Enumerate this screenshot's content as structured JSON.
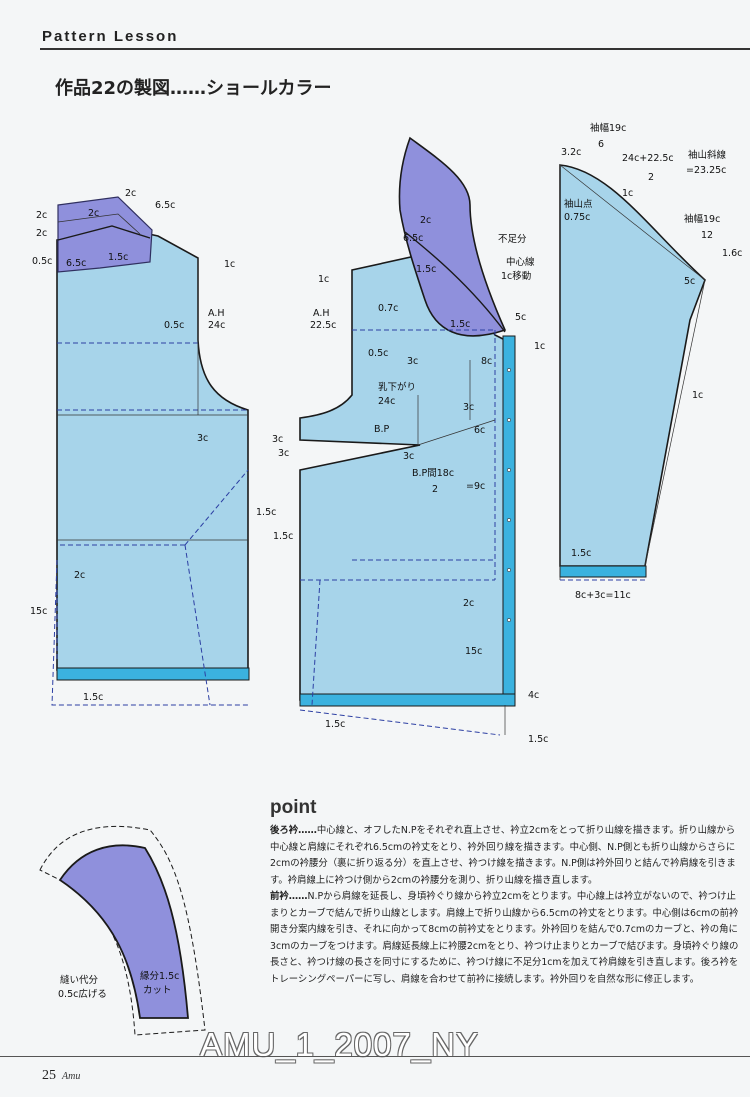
{
  "header": "Pattern Lesson",
  "title": "作品22の製図……ショールカラー",
  "labels": {
    "back_2c_a": "2c",
    "back_2c_b": "2c",
    "back_2c_c": "2c",
    "back_2c_d": "2c",
    "back_65c_top": "6.5c",
    "back_65c": "6.5c",
    "back_15c_top": "1.5c",
    "back_05c": "0.5c",
    "back_1c": "1c",
    "back_ah": "A.H",
    "back_24c": "24c",
    "back_05c_arm": "0.5c",
    "back_3c": "3c",
    "back_15c_side": "1.5c",
    "back_2c_hem": "2c",
    "back_15c_left": "15c",
    "back_15c_bottom": "1.5c",
    "front_2c": "2c",
    "front_65c": "6.5c",
    "front_fusoku": "不足分",
    "front_15c_collar": "1.5c",
    "front_1c_shoulder": "1c",
    "front_ah": "A.H",
    "front_225c": "22.5c",
    "front_07c": "0.7c",
    "front_15c_mid": "1.5c",
    "front_chushin": "中心線",
    "front_1c_move": "1c移動",
    "front_5c": "5c",
    "front_1c_cf": "1c",
    "front_05c": "0.5c",
    "front_3c_a": "3c",
    "front_8c": "8c",
    "front_chishita": "乳下がり",
    "front_24c": "24c",
    "front_3c_b": "3c",
    "front_6c": "6c",
    "front_bp": "B.P",
    "front_3c_c": "3c",
    "front_3c_d": "3c",
    "front_3c_e": "3c",
    "front_bp_between": "B.P間18c",
    "front_bp_div": "2",
    "front_bp_result": "=9c",
    "front_15c_side": "1.5c",
    "front_2c_hem": "2c",
    "front_15c_right": "15c",
    "front_4c": "4c",
    "front_15c_bottom": "1.5c",
    "front_15c_corner": "1.5c",
    "sleeve_32c": "3.2c",
    "sleeve_sodehaba_top": "袖幅19c",
    "sleeve_6": "6",
    "sleeve_formula": "24c+22.5c",
    "sleeve_2": "2",
    "sleeve_shachou": "袖山斜線",
    "sleeve_2325": "=23.25c",
    "sleeve_1c_cap": "1c",
    "sleeve_yamaten": "袖山点",
    "sleeve_075c": "0.75c",
    "sleeve_sodehaba_right": "袖幅19c",
    "sleeve_12": "12",
    "sleeve_16c": "1.6c",
    "sleeve_5c": "5c",
    "sleeve_1c_side": "1c",
    "sleeve_15c_hem": "1.5c",
    "sleeve_hem_formula": "8c+3c=11c",
    "collar_nuishiro": "縫い代分",
    "collar_hirogeru": "0.5c広げる",
    "collar_cut_1": "縁分1.5c",
    "collar_cut_2": "カット"
  },
  "point": {
    "title": "point",
    "back_head": "後ろ衿……",
    "back_text": "中心線と、オフしたN.Pをそれぞれ直上させ、衿立2cmをとって折り山線を描きます。折り山線から中心線と肩線にそれぞれ6.5cmの衿丈をとり、衿外回り線を描きます。中心側、N.P側とも折り山線からさらに2cmの衿腰分（裏に折り返る分）を直上させ、衿つけ線を描きます。N.P側は衿外回りと結んで衿肩線を引きます。衿肩線上に衿つけ側から2cmの衿腰分を測り、折り山線を描き直します。",
    "front_head": "前衿……",
    "front_text": "N.Pから肩線を延長し、身頃衿ぐり線から衿立2cmをとります。中心線上は衿立がないので、衿つけ止まりとカーブで結んで折り山線とします。肩線上で折り山線から6.5cmの衿丈をとります。中心側は6cmの前衿開き分案内線を引き、それに向かって8cmの前衿丈をとります。外衿回りを結んで0.7cmのカーブと、衿の角に3cmのカーブをつけます。肩線延長線上に衿腰2cmをとり、衿つけ止まりとカーブで結びます。身頃衿ぐり線の長さと、衿つけ線の長さを同寸にするために、衿つけ線に不足分1cmを加えて衿肩線を引き直します。後ろ衿をトレーシングペーパーに写し、肩線を合わせて前衿に接続します。衿外回りを自然な形に修正します。"
  },
  "footer": {
    "page": "25",
    "brand": "Amu",
    "watermark": "AMU_1_2007_NY"
  }
}
